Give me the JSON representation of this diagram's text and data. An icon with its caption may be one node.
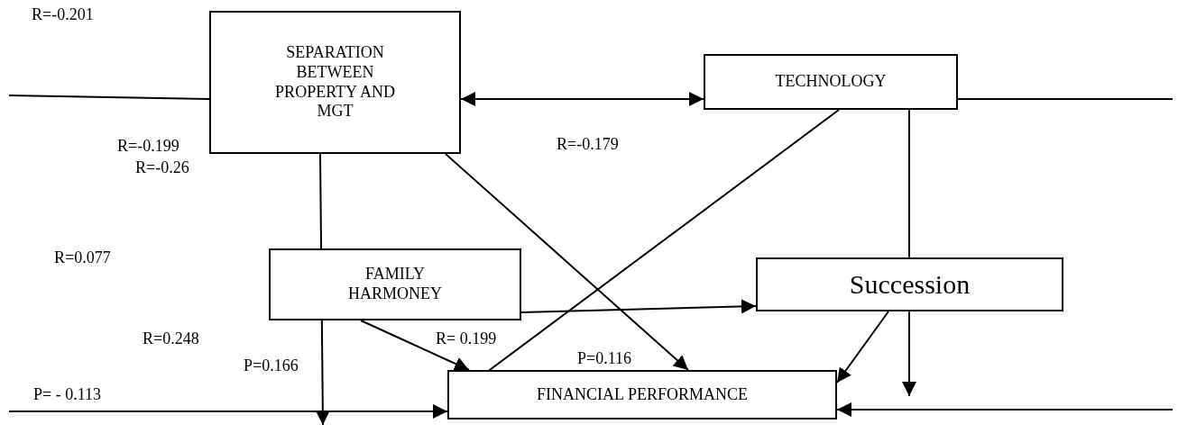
{
  "diagram": {
    "nodes": [
      {
        "text": [
          "SEPARATION BETWEEN PROPERTY AND MGT"
        ]
      },
      {
        "text": [
          "TECHNOLOGY"
        ]
      },
      {
        "text": [
          "FAMILY HARMONEY"
        ]
      },
      {
        "text": [
          "Succession"
        ]
      },
      {
        "text": [
          "FINANCIAL PERFORMANCE"
        ]
      }
    ],
    "edges": [
      {
        "from": null,
        "to": 0,
        "arrow": "none"
      },
      {
        "from": 0,
        "to": 1,
        "arrow": "both"
      },
      {
        "from": 1,
        "to": null,
        "arrow": "none"
      },
      {
        "from": 0,
        "to": null,
        "arrow": "to"
      },
      {
        "from": 0,
        "to": 4,
        "arrow": "to"
      },
      {
        "from": 1,
        "to": 4,
        "arrow": "to"
      },
      {
        "from": 1,
        "to": null,
        "arrow": "to"
      },
      {
        "from": 2,
        "to": 3,
        "arrow": "to"
      },
      {
        "from": 2,
        "to": 4,
        "arrow": "to"
      },
      {
        "from": 3,
        "to": 4,
        "arrow": "to"
      },
      {
        "from": null,
        "to": 4,
        "arrow": "to"
      },
      {
        "from": null,
        "to": 4,
        "arrow": "to"
      }
    ],
    "labels": [
      "R=-0.201",
      "R=-0.199",
      "R=-0.26",
      "R=-0.179",
      "R=0.077",
      "R=0.248",
      "R= 0.199",
      "P=0.166",
      "P=0.116",
      "P= - 0.113"
    ]
  }
}
